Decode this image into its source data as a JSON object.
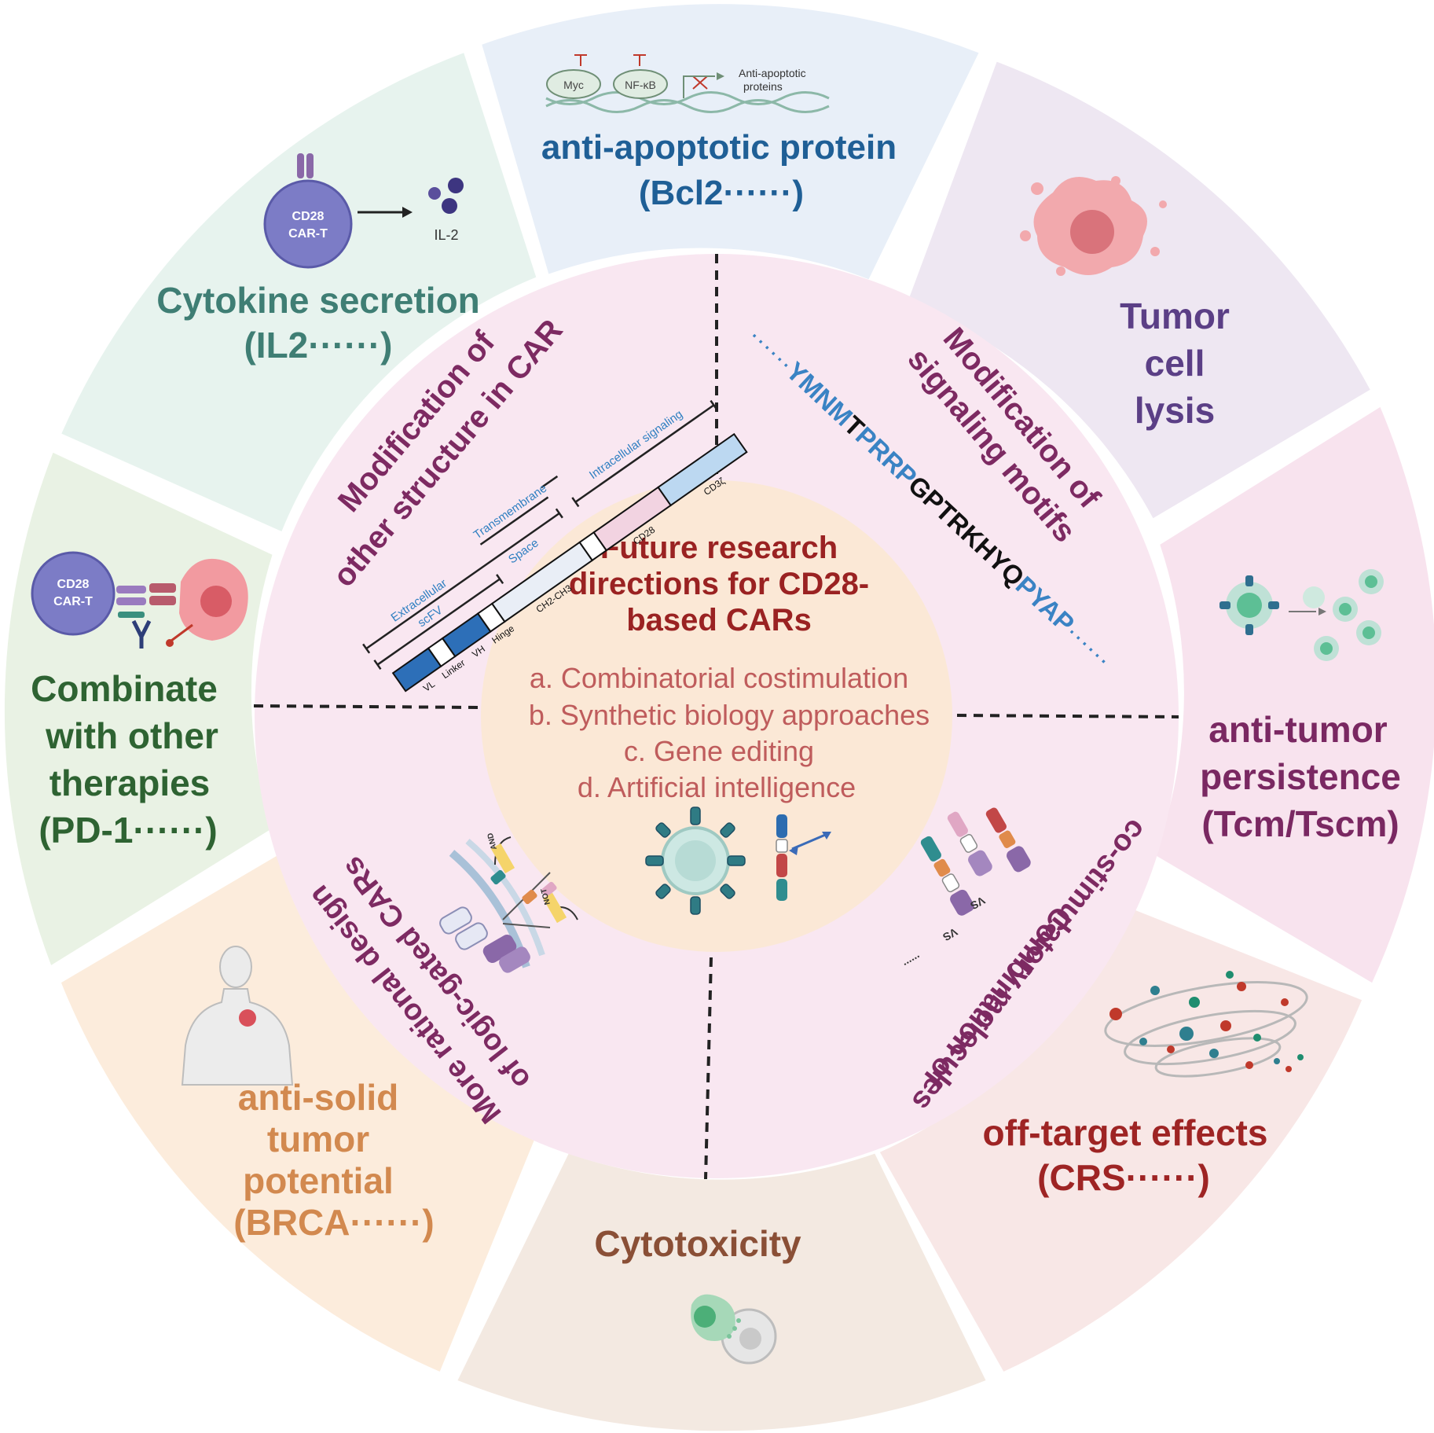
{
  "center": {
    "title_lines": [
      "Future research",
      "directions for CD28-",
      "based CARs"
    ],
    "items": [
      "a. Combinatorial costimulation",
      "b. Synthetic biology approaches",
      "c. Gene editing",
      "d. Artificial intelligence"
    ]
  },
  "inner_ring": {
    "top_left_lines": [
      "Modification of",
      "other structure in CAR"
    ],
    "top_right_lines": [
      "Modification of",
      "signaling motifs"
    ],
    "bottom_left_lines": [
      "More rational design",
      "of logic-gated CARs"
    ],
    "bottom_right_lines": [
      "Combination of",
      "co-stimulatory molecules"
    ]
  },
  "car_structure": {
    "labels": {
      "extracellular": "Extracellular",
      "transmembrane": "Transmembrane",
      "intracellular": "Intracellular signaling",
      "scfv": "scFV",
      "space": "Space",
      "vl": "VL",
      "linker": "Linker",
      "vh": "VH",
      "hinge": "Hinge",
      "ch2ch3": "CH2-CH3",
      "cd28": "CD28",
      "cd3z": "CD3ζ"
    }
  },
  "motifs": {
    "lead": "······",
    "seq1": "YMNM",
    "seq2": "T",
    "seq3": "PRRP",
    "seq4": "GPTRKHYQ",
    "seq5": "PYAP",
    "trail": "······"
  },
  "logic_icons": {
    "and": "AND",
    "not": "NOT"
  },
  "costim_icons": {
    "vs1": "VS",
    "vs2": "VS",
    "dots": "......"
  },
  "outer": {
    "top": {
      "lines": [
        "anti-apoptotic protein",
        "(Bcl2······)"
      ],
      "icon_labels": {
        "myc": "Myc",
        "nfkb": "NF-κB",
        "anti1": "Anti-apoptotic",
        "anti2": "proteins"
      }
    },
    "top_right": {
      "lines": [
        "Tumor",
        "cell",
        "lysis"
      ]
    },
    "right": {
      "lines": [
        "anti-tumor",
        "persistence",
        "(Tcm/Tscm)"
      ]
    },
    "bottom_right": {
      "lines": [
        "off-target effects",
        "(CRS······)"
      ]
    },
    "bottom": {
      "lines": [
        "Cytotoxicity"
      ]
    },
    "bottom_left": {
      "lines": [
        "anti-solid",
        "tumor",
        "potential",
        "(BRCA······)"
      ]
    },
    "left": {
      "lines": [
        "Combinate",
        "with other",
        "therapies",
        "(PD-1······)"
      ],
      "cell_label": [
        "CD28",
        "CAR-T"
      ]
    },
    "top_left": {
      "lines": [
        "Cytokine secretion",
        "(IL2······)"
      ],
      "cell_label": [
        "CD28",
        "CAR-T"
      ],
      "il2": "IL-2"
    }
  },
  "colors": {
    "top": "#1f5f96",
    "top_right": "#5b3f86",
    "right": "#7a2862",
    "bottom_right": "#9e2424",
    "bottom": "#8a4f36",
    "bottom_left": "#d2894f",
    "left": "#2e6332",
    "top_left": "#3f7e74",
    "inner": "#7d2a62",
    "center_title": "#9a2222",
    "center_items": "#bf5c5c",
    "motif_blue": "#3a83c4",
    "motif_black": "#111111"
  }
}
